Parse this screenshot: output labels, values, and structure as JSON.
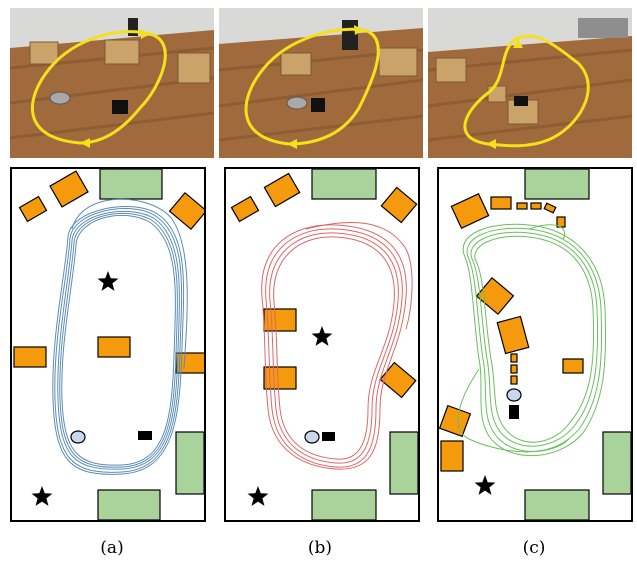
{
  "panels": [
    {
      "caption": "(a)"
    },
    {
      "caption": "(b)"
    },
    {
      "caption": "(c)"
    }
  ],
  "colors": {
    "trajectory_a": "#5b8db8",
    "trajectory_b": "#e06666",
    "trajectory_c": "#6abf5e",
    "box_fill": "#f59a0c",
    "table_fill": "#a9d39a",
    "path_arrow": "#f5e11a",
    "floor": "#9a6a40"
  }
}
